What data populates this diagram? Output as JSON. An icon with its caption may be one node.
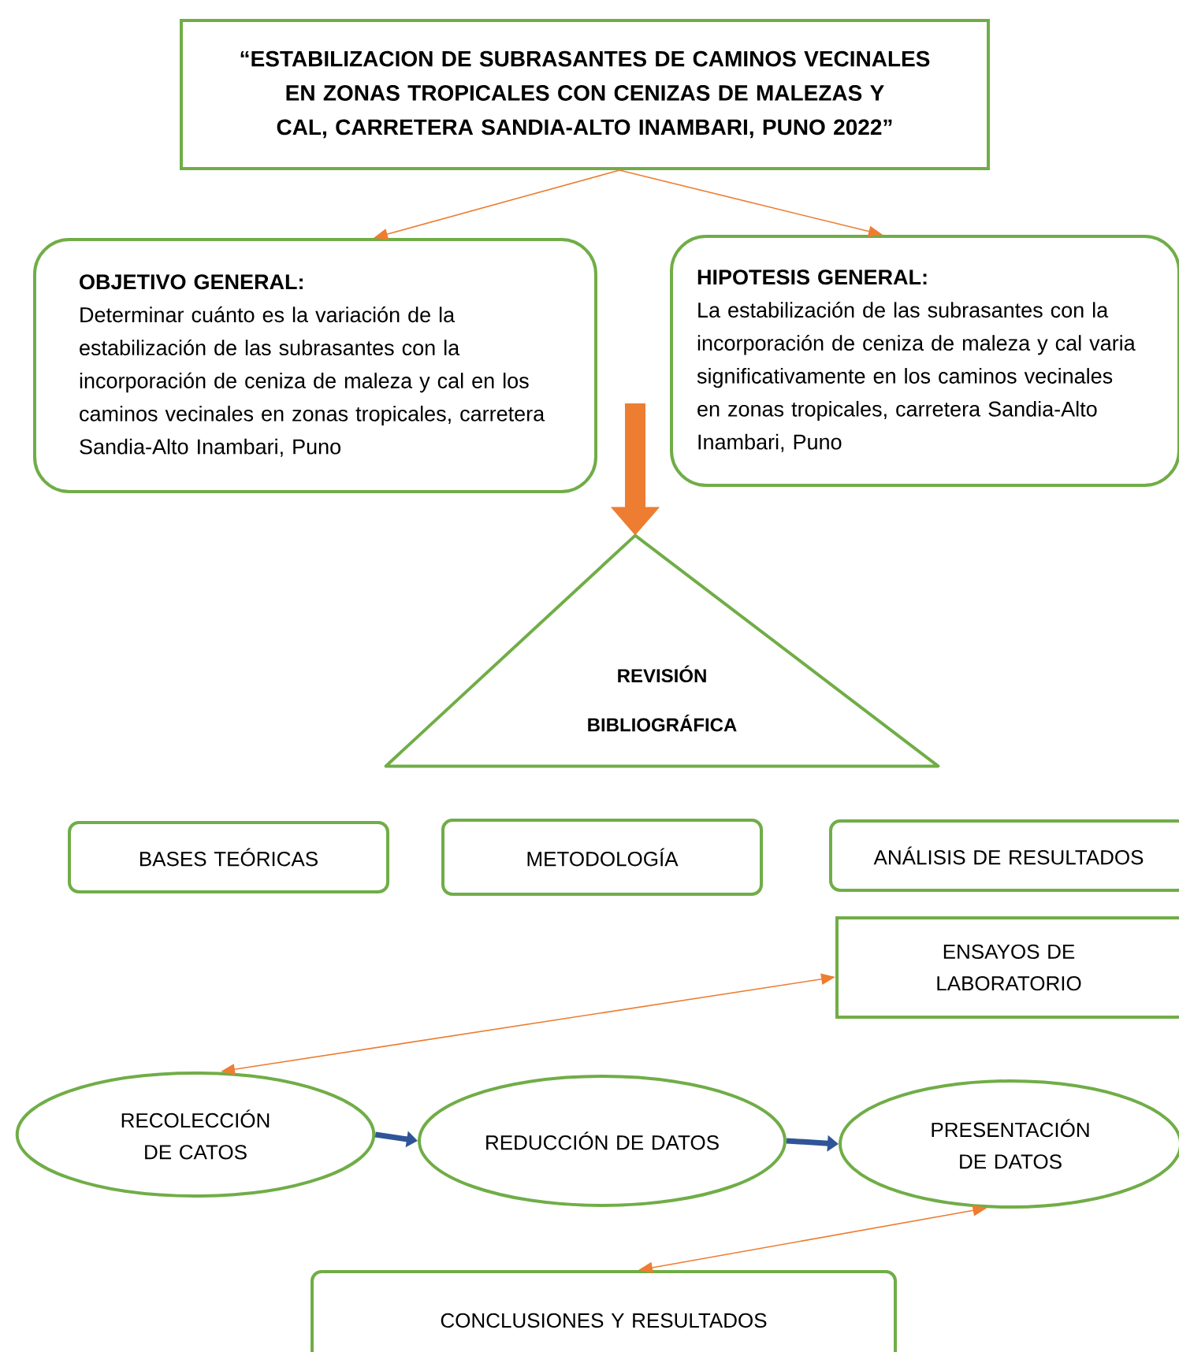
{
  "diagram": {
    "nodes": [
      {
        "text": [
          "“ESTABILIZACION DE SUBRASANTES DE CAMINOS VECINALES EN ZONAS TROPICALES CON CENIZAS DE MALEZAS Y CAL, CARRETERA SANDIA-ALTO INAMBARI, PUNO 2022”"
        ]
      },
      {
        "text": [
          "OBJETIVO GENERAL:",
          "Determinar cuánto es la variación de la estabilización de las subrasantes con la incorporación de ceniza de maleza y cal en los caminos vecinales en zonas tropicales, carretera Sandia-Alto Inambari, Puno"
        ]
      },
      {
        "text": [
          "HIPOTESIS GENERAL:",
          "La estabilización de las subrasantes con la incorporación de ceniza de maleza y cal varia significativamente en los caminos vecinales en zonas tropicales, carretera Sandia-Alto Inambari, Puno"
        ]
      },
      {
        "text": [
          "REVISIÓN BIBLIOGRÁFICA"
        ]
      },
      {
        "text": [
          "BASES TEÓRICAS"
        ]
      },
      {
        "text": [
          "METODOLOGÍA"
        ]
      },
      {
        "text": [
          "ANÁLISIS DE RESULTADOS"
        ]
      },
      {
        "text": [
          "ENSAYOS DE LABORATORIO"
        ]
      },
      {
        "text": [
          "RECOLECCIÓN DE CATOS"
        ]
      },
      {
        "text": [
          "REDUCCIÓN DE DATOS"
        ]
      },
      {
        "text": [
          "PRESENTACIÓN DE DATOS"
        ]
      },
      {
        "text": [
          "CONCLUSIONES Y RESULTADOS"
        ]
      }
    ],
    "edges": [
      {
        "from": 0,
        "to": 1,
        "arrow": "to"
      },
      {
        "from": 0,
        "to": 2,
        "arrow": "to"
      },
      {
        "from": null,
        "to": 3,
        "arrow": "to",
        "style": "thick"
      },
      {
        "from": 7,
        "to": 8,
        "arrow": "both"
      },
      {
        "from": 8,
        "to": 9,
        "arrow": "to",
        "style": "thick",
        "color": "#2f5597"
      },
      {
        "from": 9,
        "to": 10,
        "arrow": "to",
        "style": "thick",
        "color": "#2f5597"
      },
      {
        "from": 10,
        "to": 11,
        "arrow": "both"
      }
    ]
  }
}
